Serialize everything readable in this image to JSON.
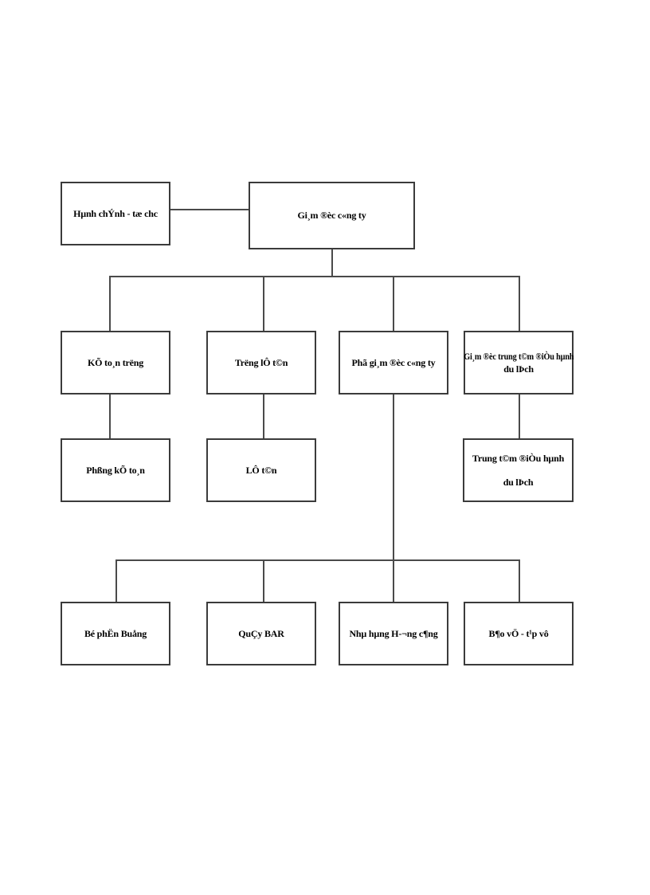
{
  "diagram": {
    "type": "org-chart",
    "background": "#ffffff",
    "box_border_color": "#3b3b3b",
    "line_color": "#4a4a4a",
    "nodes": {
      "hanh_chinh": {
        "label": "Hµnh chÝnh - tæ chc"
      },
      "giam_doc": {
        "label": "Gi¸m ®èc c«ng ty"
      },
      "ke_toan_truong": {
        "label": "KÕ to¸n trëng"
      },
      "truong_le_tan": {
        "label": "Trëng lÔ t©n"
      },
      "pho_giam_doc": {
        "label": "Phã gi¸m ®èc c«ng ty"
      },
      "gd_trung_tam": {
        "line1": "Gi¸m ®èc trung t©m ®iÒu hµnh",
        "line2": "du lÞch"
      },
      "phong_ke_toan": {
        "label": "Phßng kÕ to¸n"
      },
      "le_tan": {
        "label": "LÔ t©n"
      },
      "trung_tam": {
        "line1": "Trung t©m ®iÒu hµnh",
        "line2": "du lÞch"
      },
      "bo_phan_buong": {
        "label": "Bé phËn Buång"
      },
      "quay_bar": {
        "label": "QuÇy BAR"
      },
      "nha_hang": {
        "label": "Nhµ hµng H-¬ng c¶ng"
      },
      "bao_ve": {
        "label": "B¶o vÖ - t¹p vô"
      }
    },
    "hierarchy": [
      {
        "parent": "giam_doc",
        "child": "hanh_chinh",
        "relation": "peer"
      },
      {
        "parent": "giam_doc",
        "child": "ke_toan_truong"
      },
      {
        "parent": "giam_doc",
        "child": "truong_le_tan"
      },
      {
        "parent": "giam_doc",
        "child": "pho_giam_doc"
      },
      {
        "parent": "giam_doc",
        "child": "gd_trung_tam"
      },
      {
        "parent": "ke_toan_truong",
        "child": "phong_ke_toan"
      },
      {
        "parent": "truong_le_tan",
        "child": "le_tan"
      },
      {
        "parent": "gd_trung_tam",
        "child": "trung_tam"
      },
      {
        "parent": "pho_giam_doc",
        "child": "bo_phan_buong"
      },
      {
        "parent": "pho_giam_doc",
        "child": "quay_bar"
      },
      {
        "parent": "pho_giam_doc",
        "child": "nha_hang"
      },
      {
        "parent": "pho_giam_doc",
        "child": "bao_ve"
      }
    ]
  }
}
